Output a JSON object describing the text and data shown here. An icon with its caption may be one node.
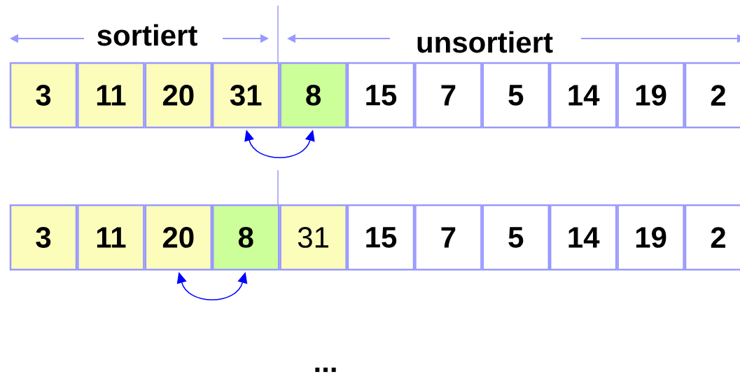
{
  "diagram": {
    "nodes": [
      {
        "text": [
          "3"
        ]
      },
      {
        "text": [
          "11"
        ]
      },
      {
        "text": [
          "20"
        ]
      },
      {
        "text": [
          "31"
        ]
      },
      {
        "text": [
          "8"
        ]
      },
      {
        "text": [
          "15"
        ]
      },
      {
        "text": [
          "7"
        ]
      },
      {
        "text": [
          "5"
        ]
      },
      {
        "text": [
          "14"
        ]
      },
      {
        "text": [
          "19"
        ]
      },
      {
        "text": [
          "2"
        ]
      },
      {
        "text": [
          "3"
        ]
      },
      {
        "text": [
          "11"
        ]
      },
      {
        "text": [
          "20"
        ]
      },
      {
        "text": [
          "8"
        ]
      },
      {
        "text": [
          "31"
        ]
      },
      {
        "text": [
          "15"
        ]
      },
      {
        "text": [
          "7"
        ]
      },
      {
        "text": [
          "5"
        ]
      },
      {
        "text": [
          "14"
        ]
      },
      {
        "text": [
          "19"
        ]
      },
      {
        "text": [
          "2"
        ]
      }
    ],
    "edges": [
      {
        "from": 3,
        "to": 4,
        "arrow": "both"
      },
      {
        "from": 13,
        "to": 14,
        "arrow": "both"
      }
    ],
    "labels": [
      "sortiert",
      "unsortiert",
      "..."
    ]
  }
}
